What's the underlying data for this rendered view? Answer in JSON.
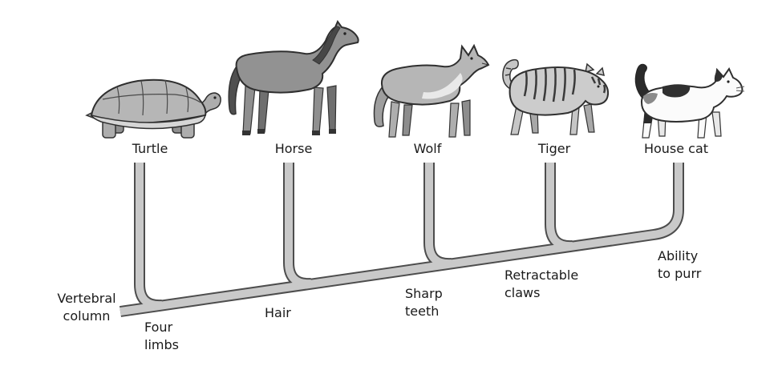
{
  "diagram": {
    "type": "cladogram",
    "animals": [
      {
        "icon": "turtle-illustration",
        "label": "Turtle"
      },
      {
        "icon": "horse-illustration",
        "label": "Horse"
      },
      {
        "icon": "wolf-illustration",
        "label": "Wolf"
      },
      {
        "icon": "tiger-illustration",
        "label": "Tiger"
      },
      {
        "icon": "house-cat-illustration",
        "label": "House cat"
      }
    ],
    "traits": [
      {
        "label": "Vertebral column"
      },
      {
        "label": "Four limbs"
      },
      {
        "label": "Hair"
      },
      {
        "label": "Sharp teeth"
      },
      {
        "label": "Retractable claws"
      },
      {
        "label": "Ability to purr"
      }
    ],
    "colors": {
      "branch_fill": "#c9c9c9",
      "branch_outline": "#4d4d4d",
      "text": "#1a1a1a",
      "background": "#ffffff"
    }
  }
}
